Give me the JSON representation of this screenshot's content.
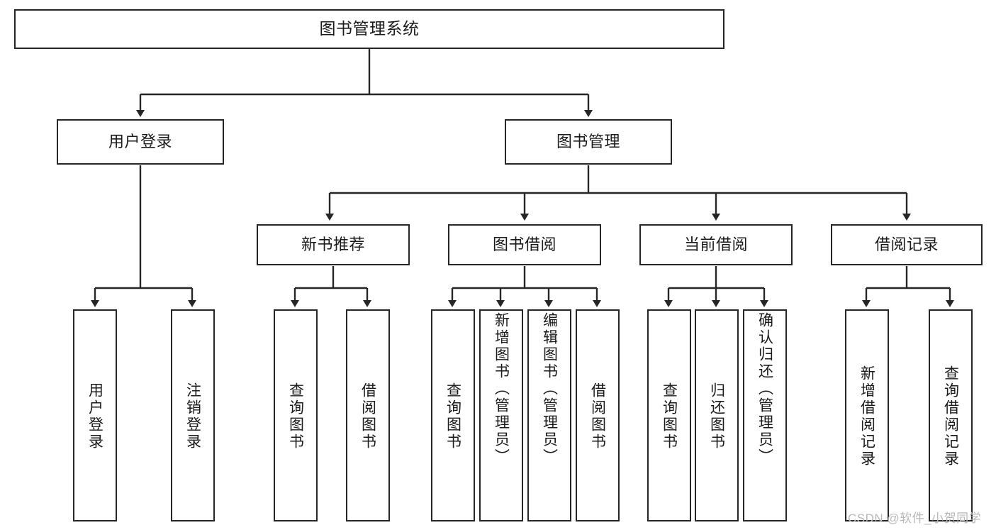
{
  "diagram": {
    "type": "tree",
    "title": "图书管理系统",
    "stroke_color": "#262626",
    "fill_color": "#ffffff",
    "text_color": "#1a1a1a",
    "levels": {
      "level1": [
        {
          "id": "root",
          "label": "图书管理系统"
        }
      ],
      "level2": [
        {
          "id": "user-login",
          "label": "用户登录",
          "parent": "root"
        },
        {
          "id": "book-manage",
          "label": "图书管理",
          "parent": "root"
        }
      ],
      "level3": [
        {
          "id": "new-book-recommend",
          "label": "新书推荐",
          "parent": "book-manage"
        },
        {
          "id": "book-borrow",
          "label": "图书借阅",
          "parent": "book-manage"
        },
        {
          "id": "current-borrow",
          "label": "当前借阅",
          "parent": "book-manage"
        },
        {
          "id": "borrow-record",
          "label": "借阅记录",
          "parent": "book-manage"
        }
      ],
      "leaves": [
        {
          "id": "leaf-user-login",
          "label": "用户登录",
          "parent": "user-login",
          "orientation": "vertical",
          "align": "center"
        },
        {
          "id": "leaf-logout-login",
          "label": "注销登录",
          "parent": "user-login",
          "orientation": "vertical",
          "align": "center"
        },
        {
          "id": "leaf-query-book-1",
          "label": "查询图书",
          "parent": "new-book-recommend",
          "orientation": "vertical",
          "align": "center"
        },
        {
          "id": "leaf-borrow-book-1",
          "label": "借阅图书",
          "parent": "new-book-recommend",
          "orientation": "vertical",
          "align": "center"
        },
        {
          "id": "leaf-query-book-2",
          "label": "查询图书",
          "parent": "book-borrow",
          "orientation": "vertical",
          "align": "center"
        },
        {
          "id": "leaf-add-book",
          "label": "新增图书（管理员）",
          "parent": "book-borrow",
          "orientation": "vertical",
          "align": "top"
        },
        {
          "id": "leaf-edit-book",
          "label": "编辑图书（管理员）",
          "parent": "book-borrow",
          "orientation": "vertical",
          "align": "top"
        },
        {
          "id": "leaf-borrow-book-2",
          "label": "借阅图书",
          "parent": "book-borrow",
          "orientation": "vertical",
          "align": "center"
        },
        {
          "id": "leaf-query-book-3",
          "label": "查询图书",
          "parent": "current-borrow",
          "orientation": "vertical",
          "align": "center"
        },
        {
          "id": "leaf-return-book",
          "label": "归还图书",
          "parent": "current-borrow",
          "orientation": "vertical",
          "align": "center"
        },
        {
          "id": "leaf-confirm-return",
          "label": "确认归还（管理员）",
          "parent": "current-borrow",
          "orientation": "vertical",
          "align": "top"
        },
        {
          "id": "leaf-add-record",
          "label": "新增借阅记录",
          "parent": "borrow-record",
          "orientation": "vertical",
          "align": "center"
        },
        {
          "id": "leaf-query-record",
          "label": "查询借阅记录",
          "parent": "borrow-record",
          "orientation": "vertical",
          "align": "center"
        }
      ]
    }
  },
  "watermark": {
    "text": "CSDN @软件_小贺同学"
  }
}
